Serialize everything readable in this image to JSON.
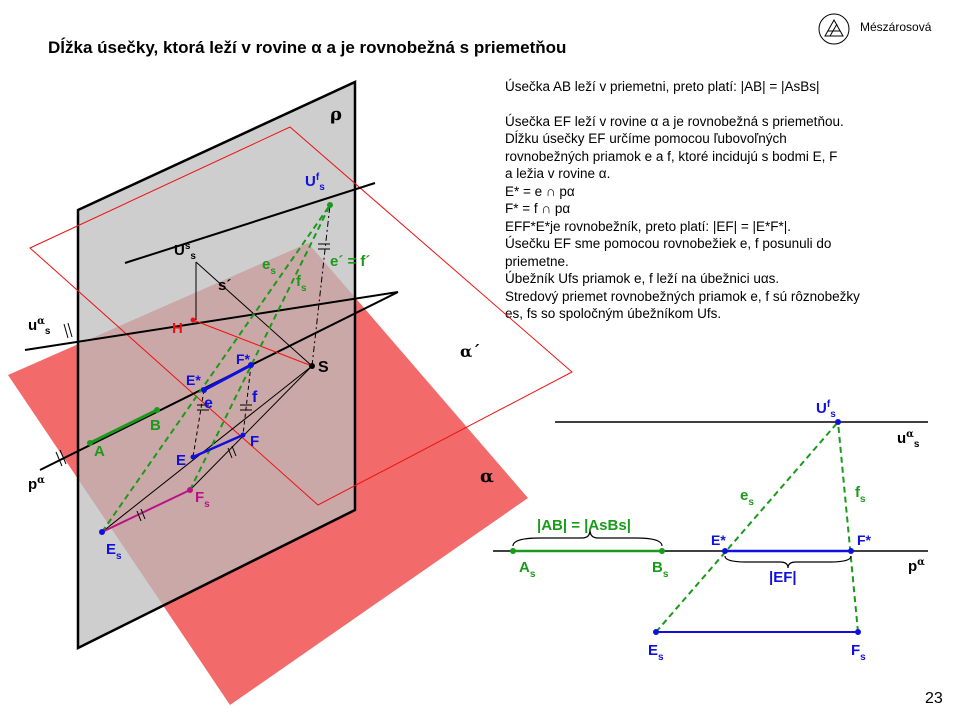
{
  "header": {
    "title": "Dĺžka úsečky, ktorá leží v rovine α a je rovnobežná s priemetňou",
    "author": "Mészárosová",
    "page_number": "23"
  },
  "text": {
    "line1": "Úsečka AB leží v priemetni, preto platí: |AB| = |AsBs|",
    "line2": "Úsečka EF leží v rovine α a je rovnobežná  s priemetňou.",
    "line3": "Dĺžku úsečky EF určíme  pomocou ľubovoľných",
    "line4": "rovnobežných  priamok e a f, ktoré incidujú s bodmi E, F",
    "line5": "a ležia v rovine α.",
    "line6": "E* = e ∩ pα",
    "line7": "F* = f ∩ pα",
    "line8": "EFF*E*je rovnobežník,  preto platí: |EF| = |E*F*|.",
    "line9": "Úsečku EF sme pomocou rovnobežiek e, f posunuli  do",
    "line10": "priemetne.",
    "line11": "Úbežník Ufs priamok e, f leží na úbežnici uαs.",
    "line12": "Stredový priemet rovnobežných  priamok e, f sú rôznobežky",
    "line13": "es, fs so spoločným úbežníkom Ufs."
  },
  "diagram_left": {
    "rho": "ρ",
    "alpha": "α",
    "alpha_prime": "α´",
    "U_f_s": "U",
    "U_f_s_sup": "f",
    "U_f_s_sub": "s",
    "U_s_s": "U",
    "U_s_s_sup": "s",
    "U_s_s_sub": "s",
    "u_alpha_s": "u",
    "u_alpha_s_sup": "α",
    "u_alpha_s_sub": "s",
    "p_alpha": "p",
    "p_alpha_sup": "α",
    "e_s": "e",
    "e_s_sub": "s",
    "f_s": "f",
    "f_s_sub": "s",
    "e_prime_f_prime": "e´ = f´",
    "s_prime": "s´",
    "H": "H",
    "S": "S",
    "E_star": "E*",
    "F_star": "F*",
    "e": "e",
    "f": "f",
    "B": "B",
    "A": "A",
    "E": "E",
    "F": "F",
    "F_s": "F",
    "F_s_sub": "s",
    "E_s": "E",
    "E_s_sub": "s"
  },
  "diagram_right": {
    "U_f_s": "U",
    "U_f_s_sup": "f",
    "U_f_s_sub": "s",
    "u_alpha_s": "u",
    "u_alpha_s_sup": "α",
    "u_alpha_s_sub": "s",
    "e_s": "e",
    "e_s_sub": "s",
    "f_s": "f",
    "f_s_sub": "s",
    "AB_eq": "|AB| = |AsBs|",
    "E_star": "E*",
    "F_star": "F*",
    "p_alpha": "p",
    "p_alpha_sup": "α",
    "A_s": "A",
    "A_s_sub": "s",
    "B_s": "B",
    "B_s_sub": "s",
    "EF": "|EF|",
    "E_s": "E",
    "E_s_sub": "s",
    "F_s": "F",
    "F_s_sub": "s"
  },
  "colors": {
    "green": "#1a9a1a",
    "blue": "#1010dd",
    "red": "#ee1111",
    "magenta": "#bb1188",
    "plane_alpha": "#f25a5a",
    "plane_rho": "#c4c4c4"
  }
}
